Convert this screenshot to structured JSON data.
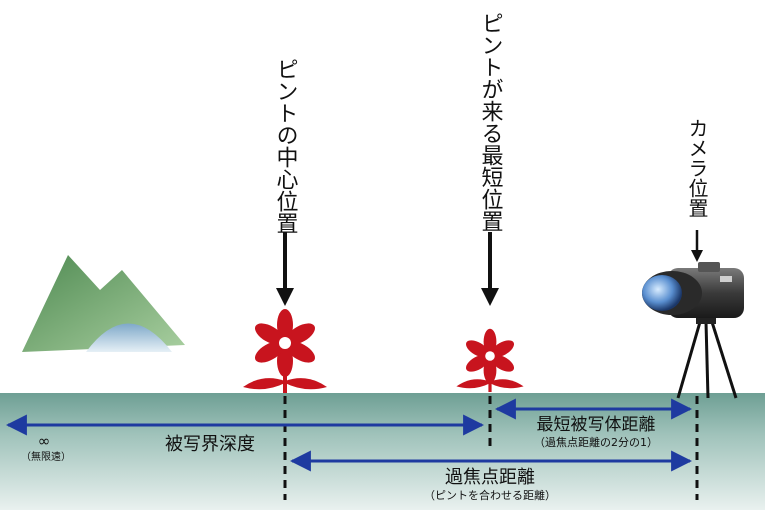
{
  "labels": {
    "focus_center": "ピントの中心位置",
    "nearest_focus": "ピントが来る最短位置",
    "camera_position": "カメラ位置"
  },
  "dimensions": {
    "depth_of_field": "被写界深度",
    "infinity_symbol": "∞",
    "infinity_note": "（無限遠）",
    "min_subject_distance": "最短被写体距離",
    "min_subject_distance_note": "（過焦点距離の2分の1）",
    "hyperfocal_distance": "過焦点距離",
    "hyperfocal_distance_note": "（ピントを合わせる距離）"
  },
  "colors": {
    "ground": "#7aa79d",
    "arrow": "#1e3aa0",
    "flower": "#c8141e",
    "mountain_green": "#6fa070",
    "mountain_blue": "#a9c8de"
  }
}
